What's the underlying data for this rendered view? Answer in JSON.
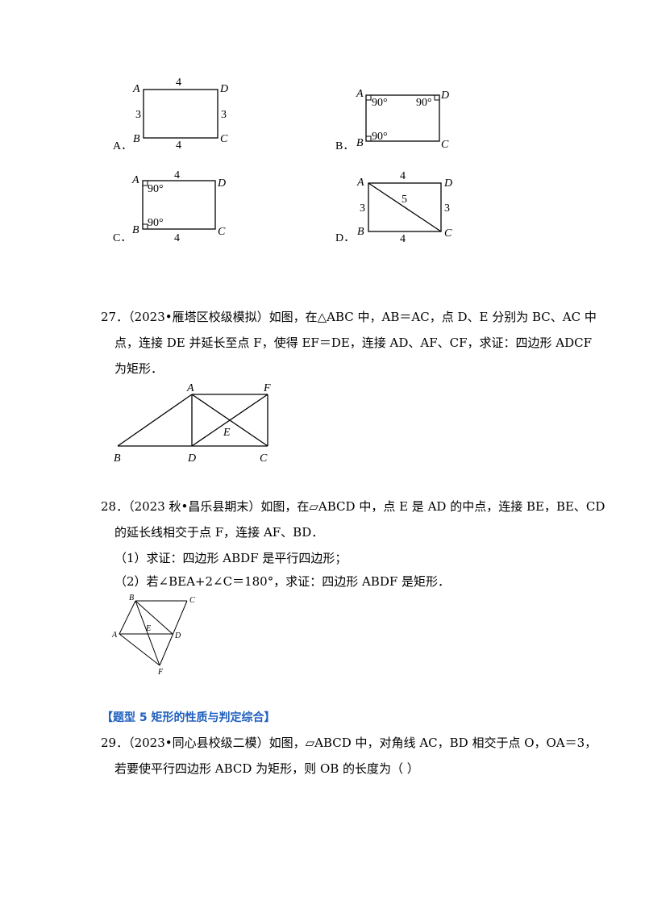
{
  "q26_options": {
    "A": {
      "label": "A．",
      "vertices": {
        "a": "A",
        "b": "B",
        "c": "C",
        "d": "D"
      },
      "top": "4",
      "bottom": "4",
      "left": "3",
      "right": "3"
    },
    "B": {
      "label": "B．",
      "vertices": {
        "a": "A",
        "b": "B",
        "c": "C",
        "d": "D"
      },
      "angle_a": "90°",
      "angle_d": "90°",
      "angle_b": "90°"
    },
    "C": {
      "label": "C．",
      "vertices": {
        "a": "A",
        "b": "B",
        "c": "C",
        "d": "D"
      },
      "top": "4",
      "bottom": "4",
      "angle_a": "90°",
      "angle_b": "90°"
    },
    "D": {
      "label": "D．",
      "vertices": {
        "a": "A",
        "b": "B",
        "c": "C",
        "d": "D"
      },
      "top": "4",
      "bottom": "4",
      "left": "3",
      "right": "3",
      "diagonal": "5"
    }
  },
  "q27": {
    "line1": "27．（2023•雁塔区校级模拟）如图，在△ABC 中，AB＝AC，点 D、E 分别为 BC、AC 中",
    "line2": "点，连接 DE 并延长至点 F，使得 EF＝DE，连接 AD、AF、CF，求证：四边形 ADCF",
    "line3": "为矩形．",
    "figure": {
      "a": "A",
      "b": "B",
      "c": "C",
      "d": "D",
      "e": "E",
      "f": "F"
    }
  },
  "q28": {
    "line1": "28．（2023 秋•昌乐县期末）如图，在▱ABCD 中，点 E 是 AD 的中点，连接 BE，BE、CD",
    "line2": "的延长线相交于点 F，连接 AF、BD．",
    "part1": "（1）求证：四边形 ABDF 是平行四边形；",
    "part2": "（2）若∠BEA+2∠C＝180°，求证：四边形 ABDF 是矩形．",
    "figure": {
      "a": "A",
      "b": "B",
      "c": "C",
      "d": "D",
      "e": "E",
      "f": "F"
    }
  },
  "section": {
    "title": "【题型 5  矩形的性质与判定综合】"
  },
  "q29": {
    "line1": "29．（2023•同心县校级二模）如图，▱ABCD 中，对角线 AC，BD 相交于点 O，OA＝3，",
    "line2": "若要使平行四边形 ABCD 为矩形，则 OB 的长度为（      ）"
  }
}
